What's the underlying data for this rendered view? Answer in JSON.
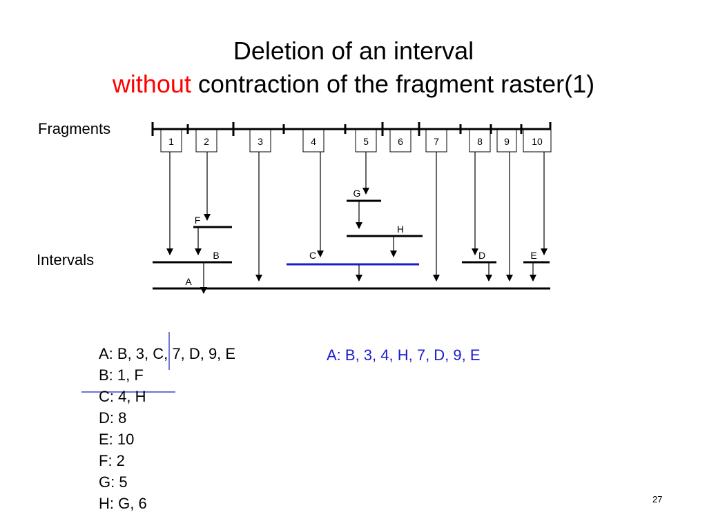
{
  "title": {
    "line1": "Deletion of an interval",
    "line2_highlight": "without",
    "line2_rest": "contraction of the fragment raster(1)",
    "highlight_color": "#ff0000"
  },
  "labels": {
    "fragments": "Fragments",
    "intervals": "Intervals"
  },
  "fragments": [
    "1",
    "2",
    "3",
    "4",
    "5",
    "6",
    "7",
    "8",
    "9",
    "10"
  ],
  "intervals": [
    "A",
    "B",
    "C",
    "D",
    "E",
    "F",
    "G",
    "H"
  ],
  "highlighted_interval": "C",
  "highlight_line_color": "#1a1acc",
  "left_list": [
    "A: B, 3, C, 7, D, 9, E",
    "B: 1, F",
    "C: 4, H",
    "D: 8",
    "E: 10",
    "F: 2",
    "G: 5",
    "H: G, 6"
  ],
  "right_list": [
    "A: B, 3, 4, H, 7, D, 9, E"
  ],
  "page_number": "27"
}
